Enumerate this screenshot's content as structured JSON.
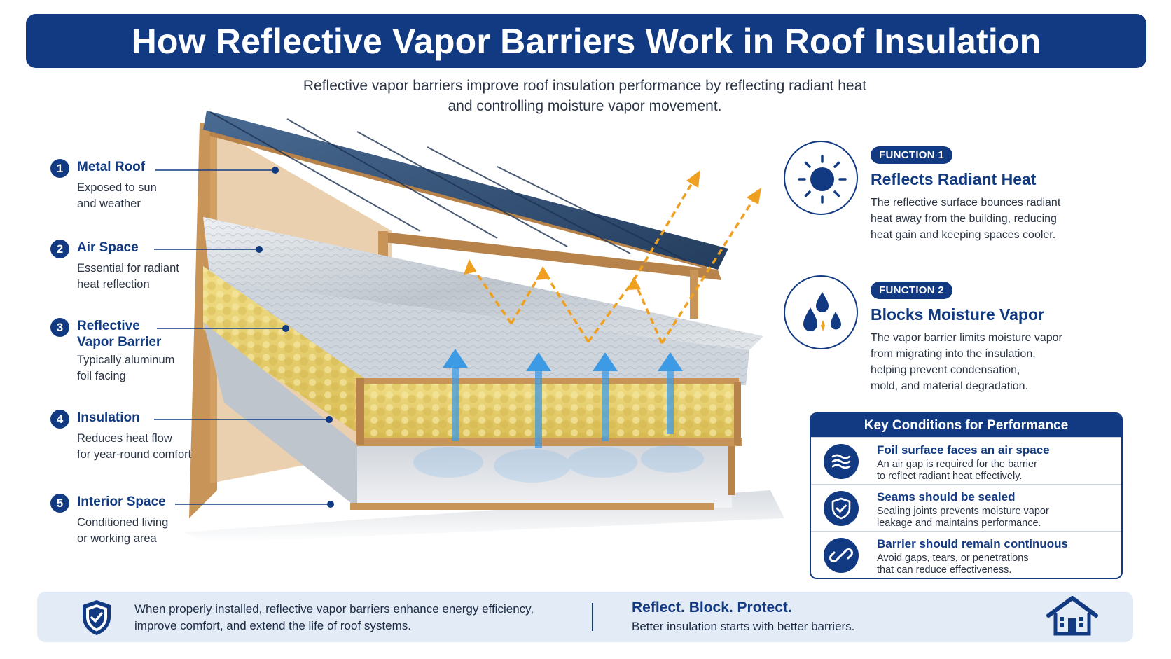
{
  "title": "How Reflective Vapor Barriers Work in Roof Insulation",
  "subtitle_line1": "Reflective vapor barriers improve roof insulation performance by reflecting radiant heat",
  "subtitle_line2": "and controlling moisture vapor movement.",
  "layers": [
    {
      "num": "1",
      "title": "Metal Roof",
      "desc1": "Exposed to sun",
      "desc2": "and weather"
    },
    {
      "num": "2",
      "title": "Air Space",
      "desc1": "Essential for radiant",
      "desc2": "heat reflection"
    },
    {
      "num": "3",
      "title1": "Reflective",
      "title2": "Vapor Barrier",
      "desc1": "Typically aluminum",
      "desc2": "foil facing"
    },
    {
      "num": "4",
      "title": "Insulation",
      "desc1": "Reduces heat flow",
      "desc2": "for year-round comfort"
    },
    {
      "num": "5",
      "title": "Interior Space",
      "desc1": "Conditioned living",
      "desc2": "or working area"
    }
  ],
  "functions": [
    {
      "badge": "FUNCTION 1",
      "title": "Reflects Radiant Heat",
      "icon": "sun-icon",
      "desc1": "The reflective surface bounces radiant",
      "desc2": "heat away from the building, reducing",
      "desc3": "heat gain and keeping spaces cooler."
    },
    {
      "badge": "FUNCTION 2",
      "title": "Blocks Moisture Vapor",
      "icon": "water-drops-icon",
      "desc1": "The vapor barrier limits moisture vapor",
      "desc2": "from migrating into the insulation,",
      "desc3": "helping prevent condensation,",
      "desc4": "mold, and material degradation."
    }
  ],
  "conditions": {
    "heading": "Key Conditions for Performance",
    "items": [
      {
        "title": "Foil surface faces an air space",
        "icon": "air-flow-icon",
        "desc1": "An air gap is required for the barrier",
        "desc2": "to reflect radiant heat effectively."
      },
      {
        "title": "Seams should be sealed",
        "icon": "shield-check-icon",
        "desc1": "Sealing joints prevents moisture vapor",
        "desc2": "leakage and maintains performance."
      },
      {
        "title": "Barrier should remain continuous",
        "icon": "link-icon",
        "desc1": "Avoid gaps, tears, or penetrations",
        "desc2": "that can reduce effectiveness."
      }
    ]
  },
  "footer": {
    "text1": "When properly installed, reflective vapor barriers enhance energy efficiency,",
    "text2": "improve comfort, and extend the life of roof systems.",
    "tagline": "Reflect. Block. Protect.",
    "tagline_sub": "Better insulation starts with better barriers."
  },
  "colors": {
    "primary": "#123a82",
    "reflect_arrow": "#f0a020",
    "vapor_arrow": "#3d9be6",
    "insulation": "#e7cf6a",
    "roof": "#2f4f78",
    "wood": "#c89458"
  }
}
